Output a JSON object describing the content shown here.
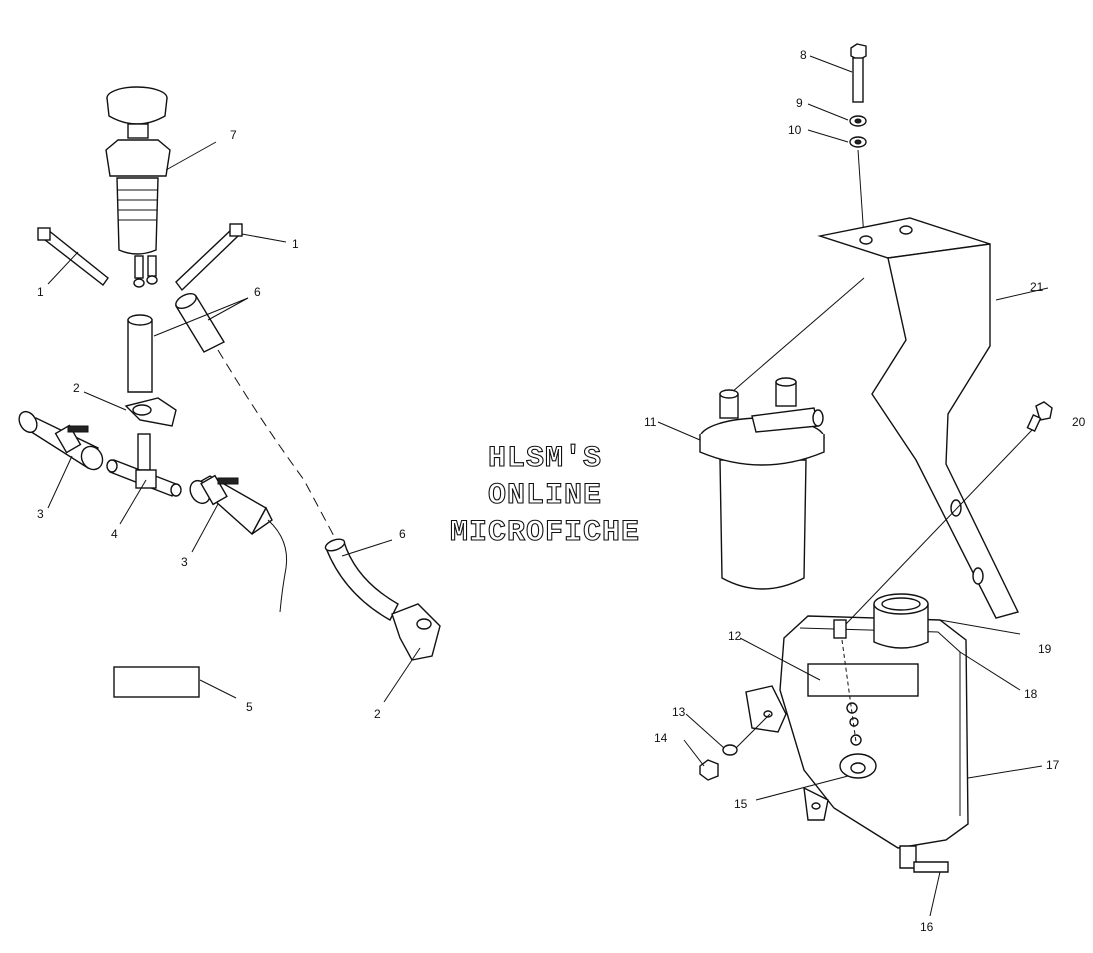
{
  "watermark": [
    "HLSM'S",
    "ONLINE",
    "MICROFICHE"
  ],
  "callouts": {
    "c1a": "1",
    "c1b": "1",
    "c2a": "2",
    "c2b": "2",
    "c3a": "3",
    "c3b": "3",
    "c4": "4",
    "c5": "5",
    "c6a": "6",
    "c6b": "6",
    "c7": "7",
    "c8": "8",
    "c9": "9",
    "c10": "10",
    "c11": "11",
    "c12": "12",
    "c13": "13",
    "c14": "14",
    "c15": "15",
    "c16": "16",
    "c17": "17",
    "c18": "18",
    "c19": "19",
    "c20": "20",
    "c21": "21"
  },
  "colors": {
    "line": "#111111",
    "background": "#ffffff"
  }
}
